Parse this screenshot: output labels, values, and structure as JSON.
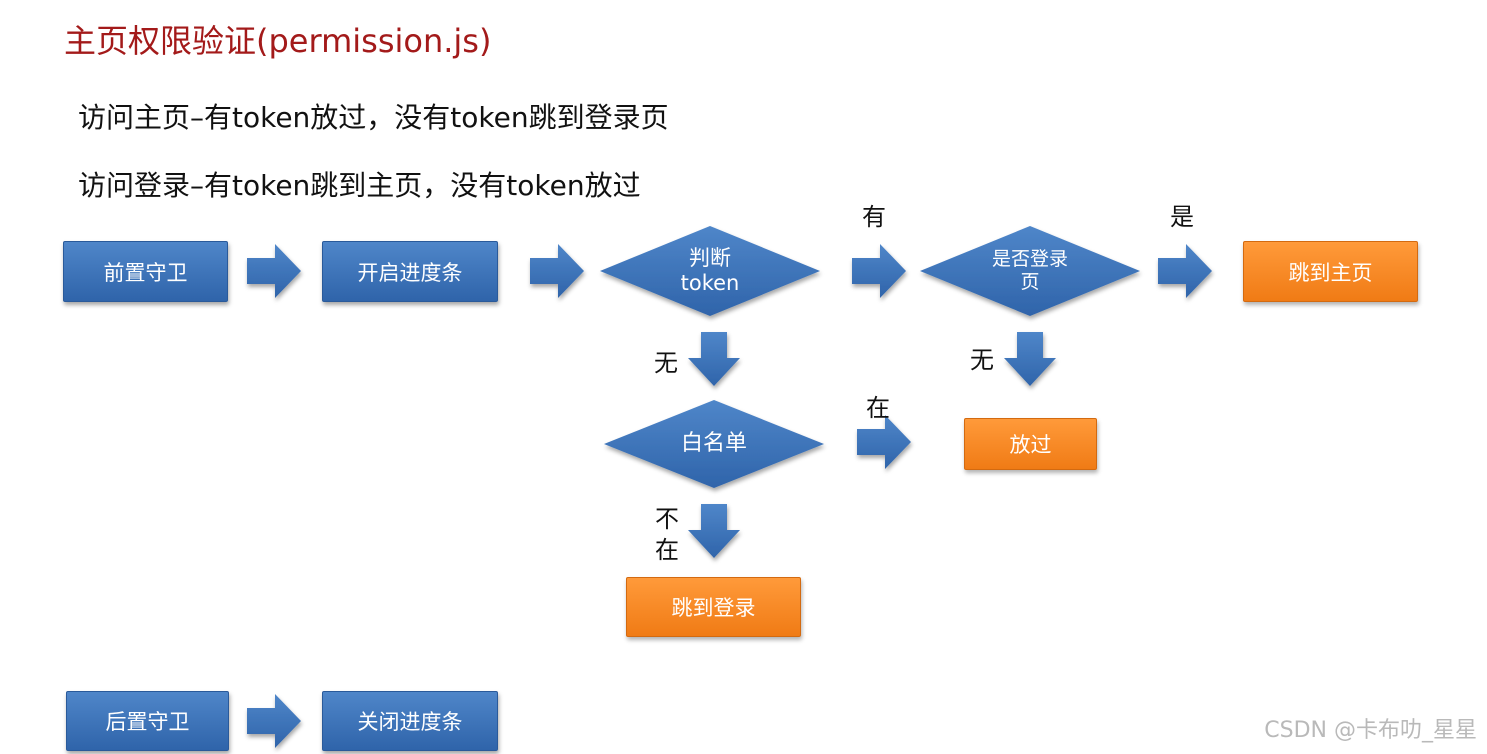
{
  "title": "主页权限验证(permission.js)",
  "rules": [
    "访问主页–有token放过，没有token跳到登录页",
    "访问登录–有token跳到主页，没有token放过"
  ],
  "nodes": {
    "before_guard": "前置守卫",
    "start_progress": "开启进度条",
    "check_token_line1": "判断",
    "check_token_line2": "token",
    "is_login_line1": "是否登录",
    "is_login_line2": "页",
    "goto_home": "跳到主页",
    "release": "放过",
    "whitelist": "白名单",
    "goto_login": "跳到登录",
    "after_guard": "后置守卫",
    "close_progress": "关闭进度条"
  },
  "edge_labels": {
    "has": "有",
    "yes": "是",
    "none1": "无",
    "none2": "无",
    "in": "在",
    "not_in_line1": "不",
    "not_in_line2": "在"
  },
  "watermark": "CSDN @卡布叻_星星",
  "colors": {
    "title": "#a31a1a",
    "process_box": "#3a6fb5",
    "terminal_box": "#f7891f",
    "arrow": "#3a6fb5"
  }
}
